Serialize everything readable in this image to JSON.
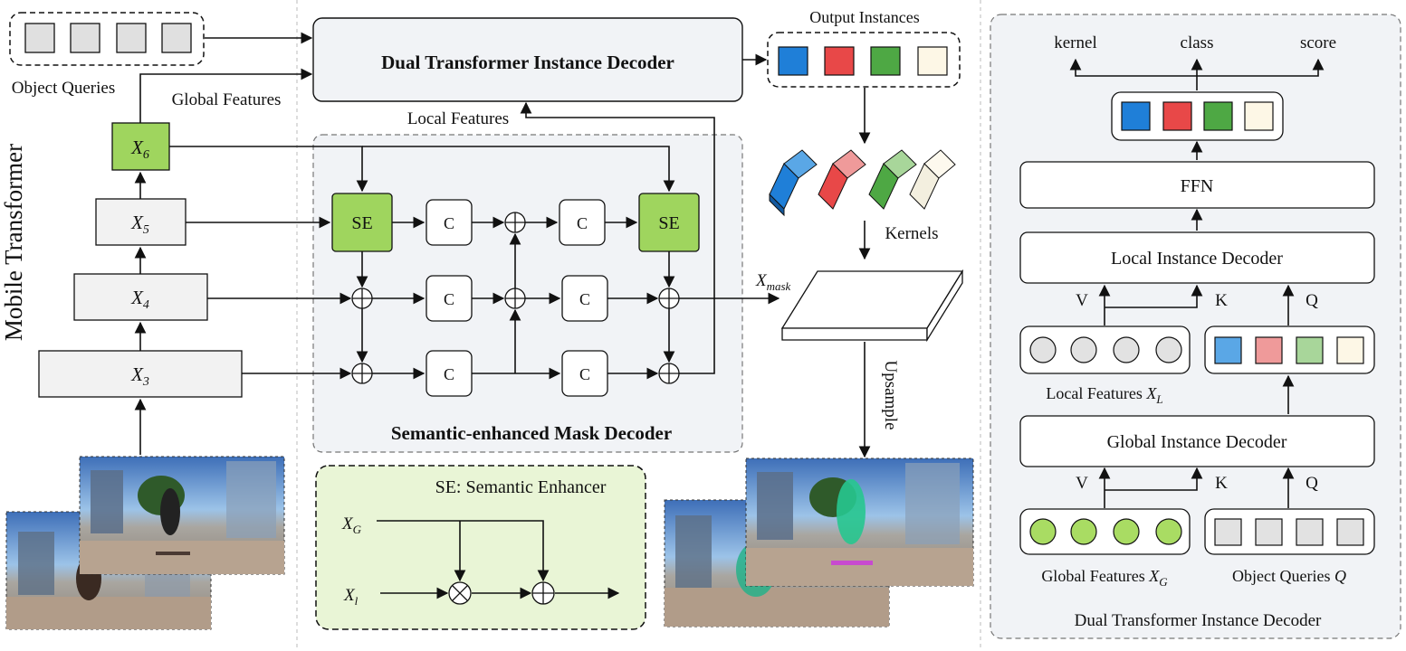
{
  "backbone": {
    "title": "Mobile Transformer",
    "stages": [
      "X",
      "X",
      "X",
      "X"
    ],
    "stage_subs": [
      "3",
      "4",
      "5",
      "6"
    ]
  },
  "labels": {
    "object_queries": "Object Queries",
    "global_features": "Global Features",
    "local_features": "Local Features",
    "output_instances": "Output Instances",
    "kernels": "Kernels",
    "upsample": "Upsample",
    "x_mask_main": "X",
    "x_mask_sub": "mask"
  },
  "decoder_top": {
    "title": "Dual Transformer Instance Decoder"
  },
  "mask_decoder": {
    "title": "Semantic-enhanced Mask Decoder",
    "se_label": "SE",
    "c_label": "C"
  },
  "se_legend": {
    "title": "SE: Semantic Enhancer",
    "xg_main": "X",
    "xg_sub": "G",
    "xl_main": "X",
    "xl_sub": "l"
  },
  "right_panel": {
    "title": "Dual Transformer Instance Decoder",
    "outputs": [
      "kernel",
      "class",
      "score"
    ],
    "ffn": "FFN",
    "local_decoder": "Local Instance Decoder",
    "global_decoder": "Global Instance Decoder",
    "v": "V",
    "k": "K",
    "q": "Q",
    "local_features_text": "Local Features ",
    "local_features_sym": "X",
    "local_features_sub": "L",
    "global_features_text": "Global Features ",
    "global_features_sym": "X",
    "global_features_sub": "G",
    "object_queries_text": "Object Queries ",
    "object_queries_sym": "Q"
  },
  "colors": {
    "blue": "#1f7fd8",
    "red": "#e84848",
    "green": "#4ea844",
    "cream": "#fdf7e6",
    "light_blue": "#5aa7e6",
    "light_red": "#ef9a9a",
    "light_green": "#a8d69a",
    "se_green": "#9fd55e",
    "panel_bg": "#f1f3f6",
    "legend_bg": "#e9f5d6",
    "circle_green": "#a9dc63",
    "circle_gray": "#e2e2e2",
    "query_gray": "#e2e2e2"
  }
}
